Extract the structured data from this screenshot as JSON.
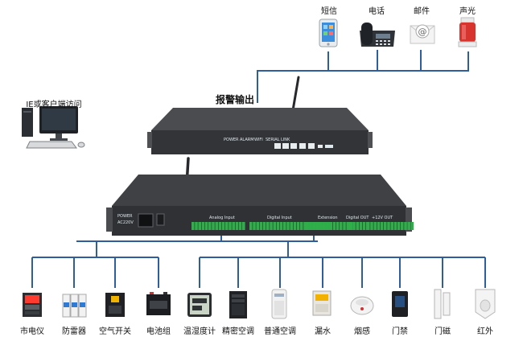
{
  "top_outputs": [
    {
      "name": "短信",
      "icon": "smartphone-icon"
    },
    {
      "name": "电话",
      "icon": "desk-phone-icon"
    },
    {
      "name": "邮件",
      "icon": "email-icon"
    },
    {
      "name": "声光",
      "icon": "alarm-light-icon"
    }
  ],
  "alarm_output_label": "报警输出",
  "client_label": "IE或客户端访问",
  "front_panel": {
    "power": "POWER",
    "ac": "AC220V",
    "analog": "Analog Input",
    "digital": "Digital Input",
    "extension": "Extension",
    "digital_out": "Digital OUT",
    "out12v": "+12V OUT"
  },
  "top_panel_labels": [
    "POWER",
    "ALARM",
    "WIFI",
    "SERIAL",
    "LINK"
  ],
  "sensors": [
    {
      "name": "市电仪",
      "icon": "power-meter-icon"
    },
    {
      "name": "防雷器",
      "icon": "surge-protector-icon"
    },
    {
      "name": "空气开关",
      "icon": "circuit-breaker-icon"
    },
    {
      "name": "电池组",
      "icon": "battery-icon"
    },
    {
      "name": "温湿度计",
      "icon": "thermo-hygrometer-icon"
    },
    {
      "name": "精密空调",
      "icon": "precision-ac-icon"
    },
    {
      "name": "普通空调",
      "icon": "air-conditioner-icon"
    },
    {
      "name": "漏水",
      "icon": "water-leak-sensor-icon"
    },
    {
      "name": "烟感",
      "icon": "smoke-detector-icon"
    },
    {
      "name": "门禁",
      "icon": "access-control-icon"
    },
    {
      "name": "门磁",
      "icon": "door-contact-icon"
    },
    {
      "name": "红外",
      "icon": "infrared-sensor-icon"
    }
  ],
  "colors": {
    "connector": "#2f5e9e",
    "device_body": "#3a3c3f",
    "terminal": "#2fae4a"
  }
}
